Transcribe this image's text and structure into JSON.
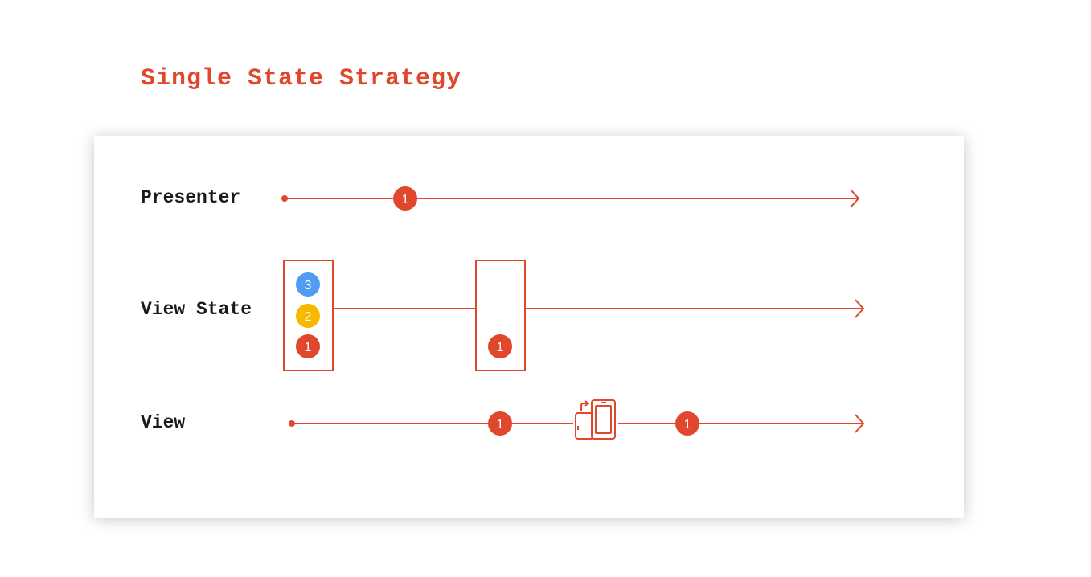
{
  "title": "Single State Strategy",
  "colors": {
    "accent": "#e0472d",
    "badge_1": "#e0472d",
    "badge_2": "#f6b800",
    "badge_3": "#4f9cf2",
    "label": "#1a1a1a"
  },
  "rows": {
    "presenter": {
      "label": "Presenter",
      "badges": [
        "1"
      ]
    },
    "view_state": {
      "label": "View State",
      "stacked_badges": [
        "3",
        "2",
        "1"
      ],
      "box2_badges": [
        "1"
      ]
    },
    "view": {
      "label": "View",
      "badges_before_rotation": [
        "1"
      ],
      "rotation_icon": "phone-rotation-icon",
      "badges_after_rotation": [
        "1"
      ]
    }
  }
}
